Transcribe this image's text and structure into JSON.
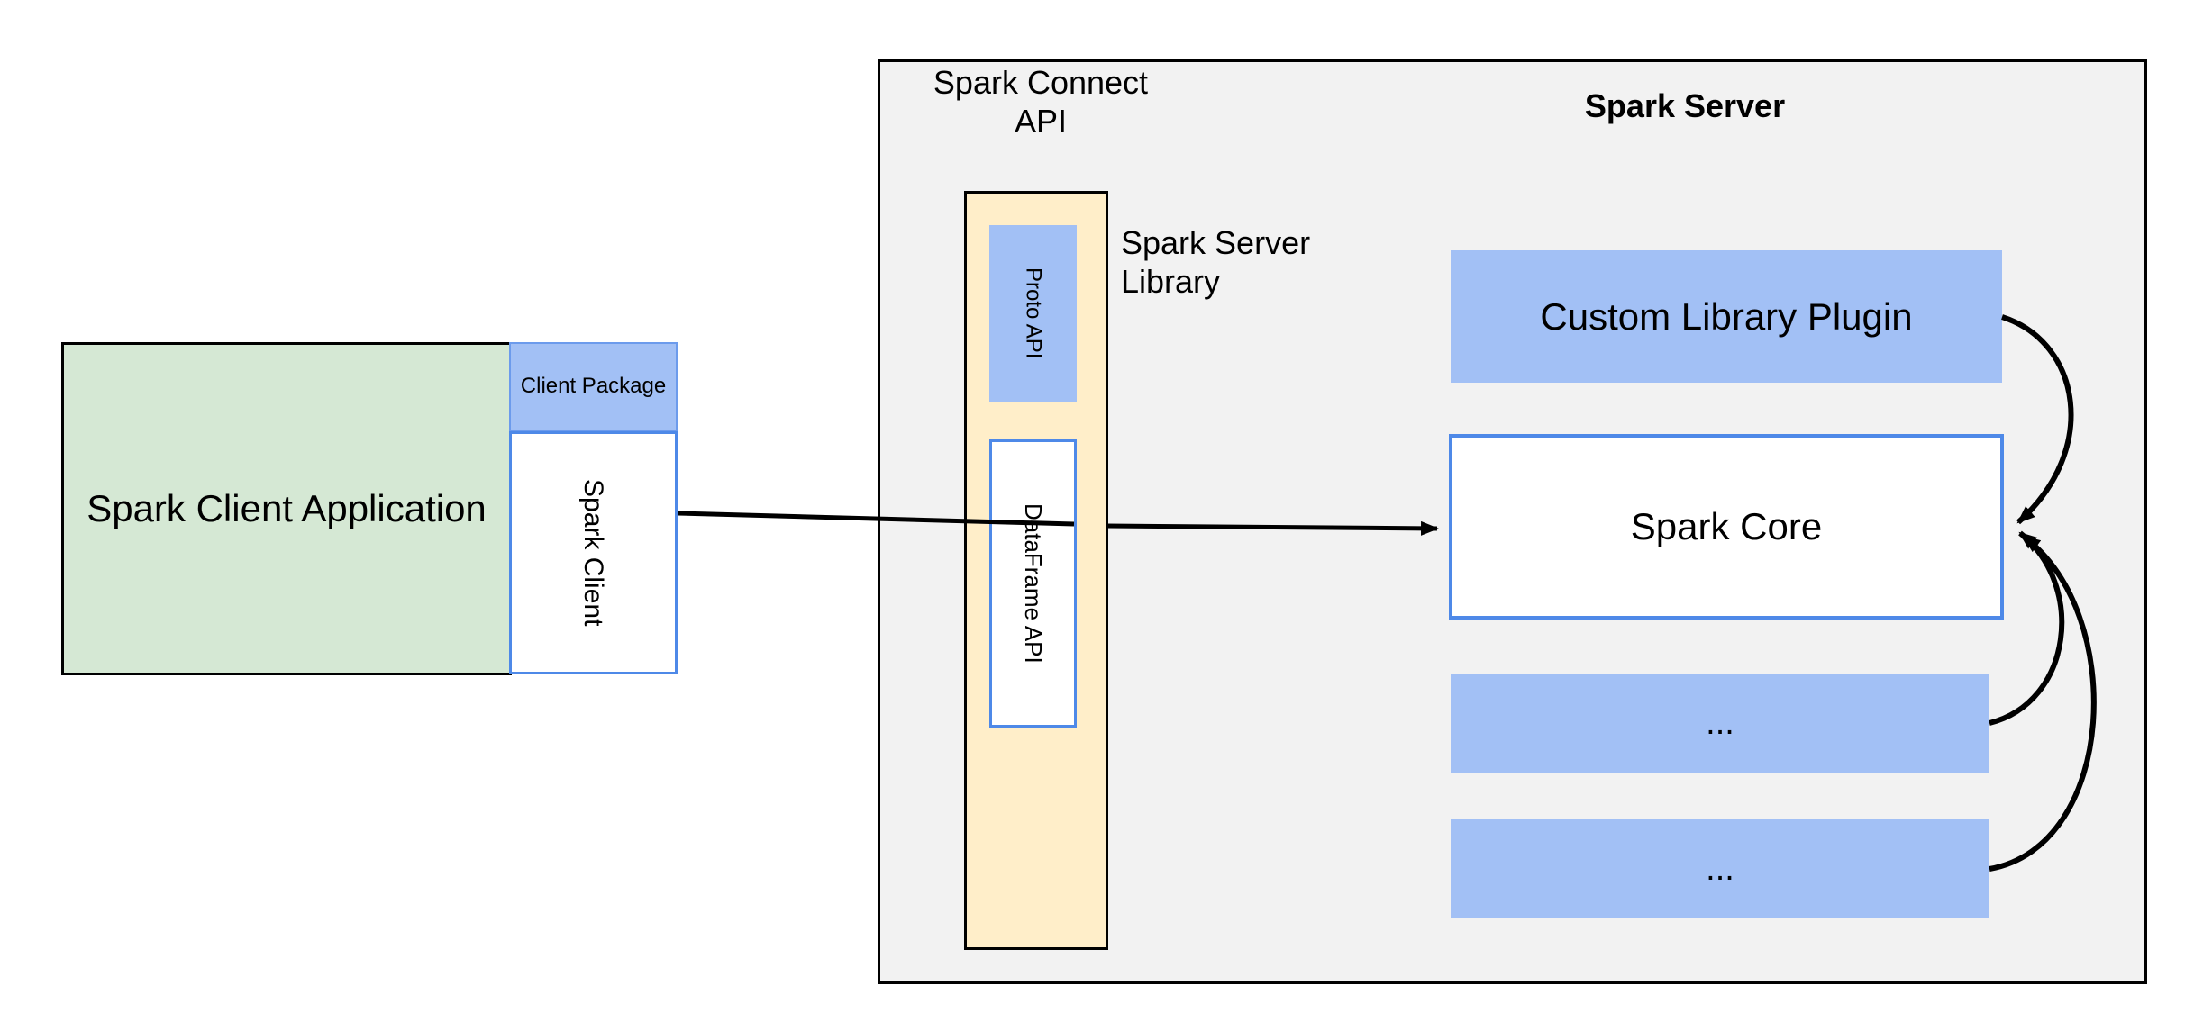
{
  "diagram": {
    "title": "Spark Connect architecture",
    "colors": {
      "client_app_fill": "#d5e8d4",
      "blue_fill": "#a2c0f5",
      "blue_border": "#4e89e8",
      "yellow_fill": "#ffeec9",
      "container_fill": "#f2f2f2",
      "stroke": "#000000"
    }
  },
  "client": {
    "application_label": "Spark Client\nApplication",
    "package_label": "Client\nPackage",
    "client_label": "Spark Client"
  },
  "server": {
    "container_title": "Spark Server",
    "connect_api_label": "Spark Connect\nAPI",
    "server_library_label": "Spark Server\nLibrary",
    "connect_api_items": [
      {
        "label": "Proto API"
      },
      {
        "label": "DataFrame API"
      }
    ],
    "components": [
      {
        "label": "Custom Library Plugin"
      },
      {
        "label": "Spark Core"
      },
      {
        "label": "..."
      },
      {
        "label": "..."
      }
    ]
  },
  "connections": {
    "client_to_server_label": "",
    "plugin_to_core_label": ""
  }
}
